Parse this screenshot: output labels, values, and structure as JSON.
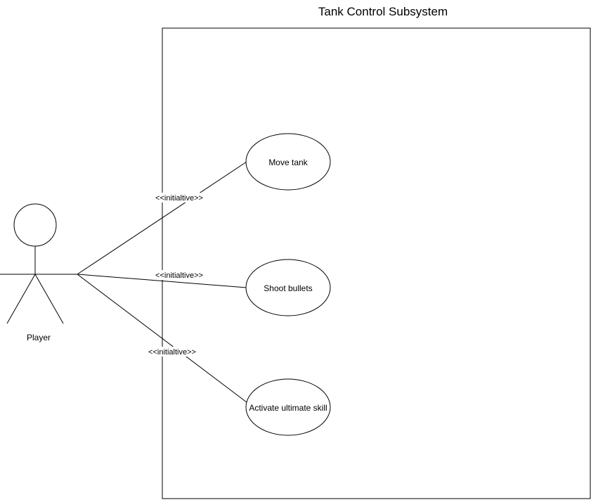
{
  "system": {
    "title": "Tank Control Subsystem"
  },
  "actor": {
    "name": "Player"
  },
  "use_cases": [
    {
      "label": "Move tank"
    },
    {
      "label": "Shoot bullets"
    },
    {
      "label": "Activate ultimate skill"
    }
  ],
  "associations": [
    {
      "stereotype": "<<initialtive>>"
    },
    {
      "stereotype": "<<initialtive>>"
    },
    {
      "stereotype": "<<initialtive>>"
    }
  ],
  "colors": {
    "line": "#000000",
    "background": "#ffffff"
  }
}
